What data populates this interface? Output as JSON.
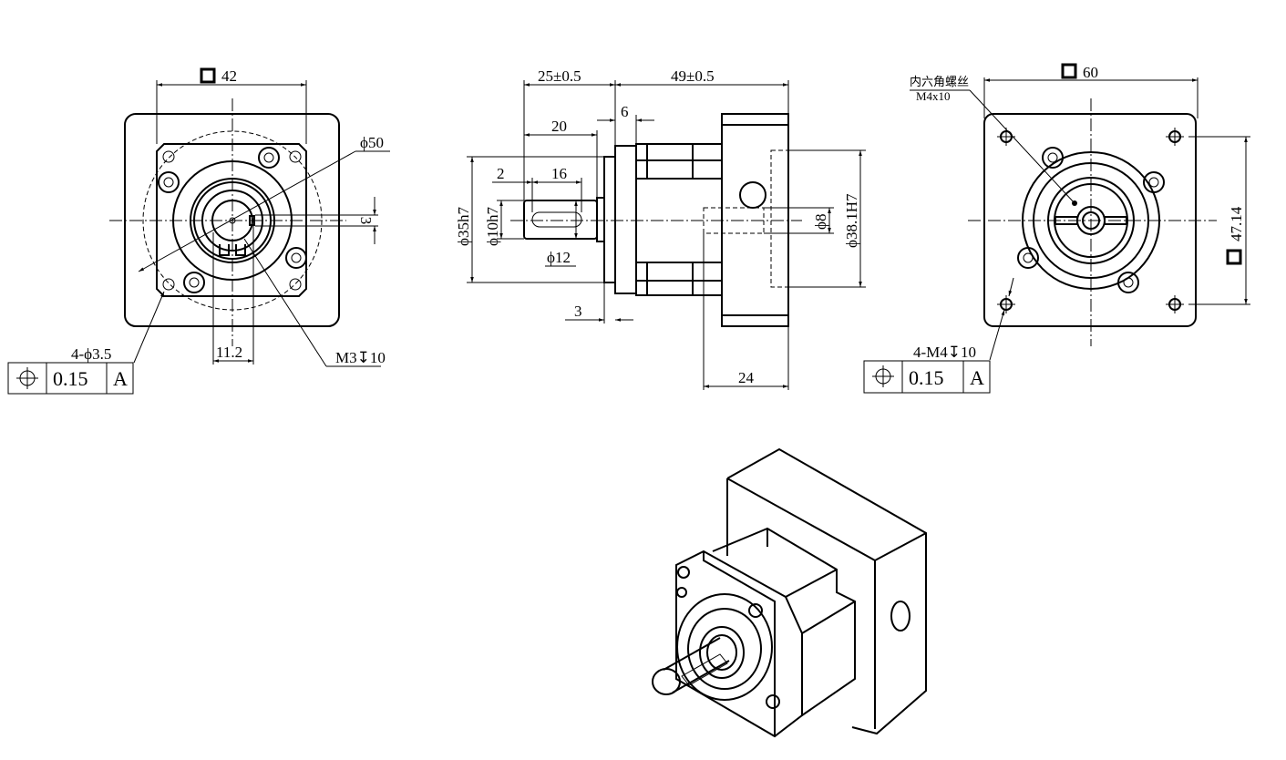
{
  "front_view": {
    "square_size": "42",
    "pilot_circle": "ϕ50",
    "key_width": "3",
    "hole_note": "4-ϕ3.5",
    "position_tolerance": "0.15",
    "datum": "A",
    "shaft_offset": "11.2",
    "thread_note": "M3↧10"
  },
  "side_view": {
    "shaft_length": "25±0.5",
    "body_length": "49±0.5",
    "key_length": "20",
    "flange_gap": "6",
    "key_offset": "2",
    "key_slot": "16",
    "shaft_dia": "ϕ10h7",
    "pilot_dia": "ϕ35h7",
    "collar_dia": "ϕ12",
    "input_bore": "ϕ8",
    "input_recess": "ϕ38.1H7",
    "flange_thickness": "3",
    "input_depth": "24"
  },
  "rear_view": {
    "square_size": "60",
    "screw_label": "内六角螺丝",
    "screw_spec": "M4x10",
    "hole_spacing": "47.14",
    "hole_note": "4-M4↧10",
    "position_tolerance": "0.15",
    "datum": "A"
  }
}
